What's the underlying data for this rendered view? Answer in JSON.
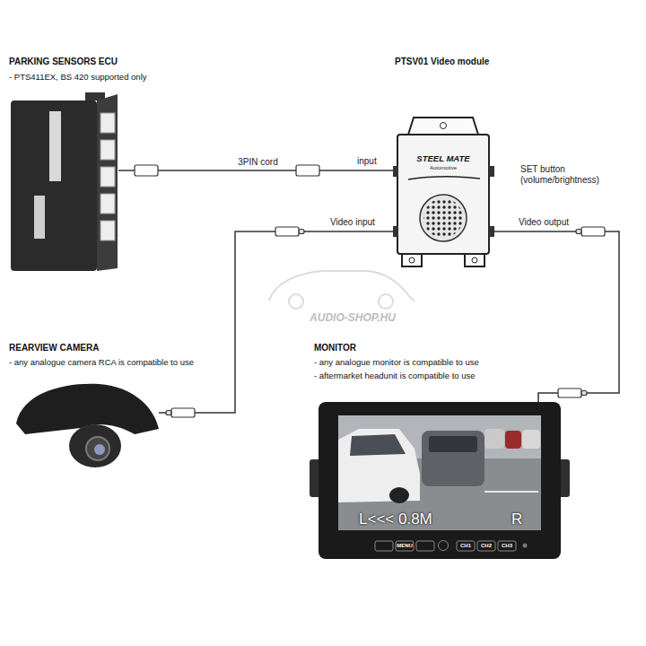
{
  "diagram": {
    "nodes": [
      {
        "text": [
          "PARKING SENSORS ECU",
          "- PTS411EX, BS 420 supported only"
        ]
      },
      {
        "text": [
          "PTSV01 Video module"
        ]
      },
      {
        "text": [
          "REARVIEW CAMERA",
          "- any analogue camera RCA is compatible to use"
        ]
      },
      {
        "text": [
          "MONITOR",
          "- any analogue monitor is compatible to use",
          "- aftermarket headunit is compatible to use"
        ]
      }
    ],
    "edges": [
      {
        "from": 0,
        "to": 1,
        "label": "3PIN cord",
        "arrow": "none"
      },
      {
        "from": 2,
        "to": 1,
        "arrow": "none"
      },
      {
        "from": 1,
        "to": 3,
        "arrow": "none"
      }
    ],
    "labels": [
      "input",
      "SET button (volume/brightness)",
      "Video input",
      "Video output",
      "STEEL MATE",
      "Automotive",
      "L<<< 0.8M",
      "R",
      "MENU",
      "CH1",
      "CH2",
      "CH3",
      "AUDIO-SHOP.HU"
    ]
  }
}
